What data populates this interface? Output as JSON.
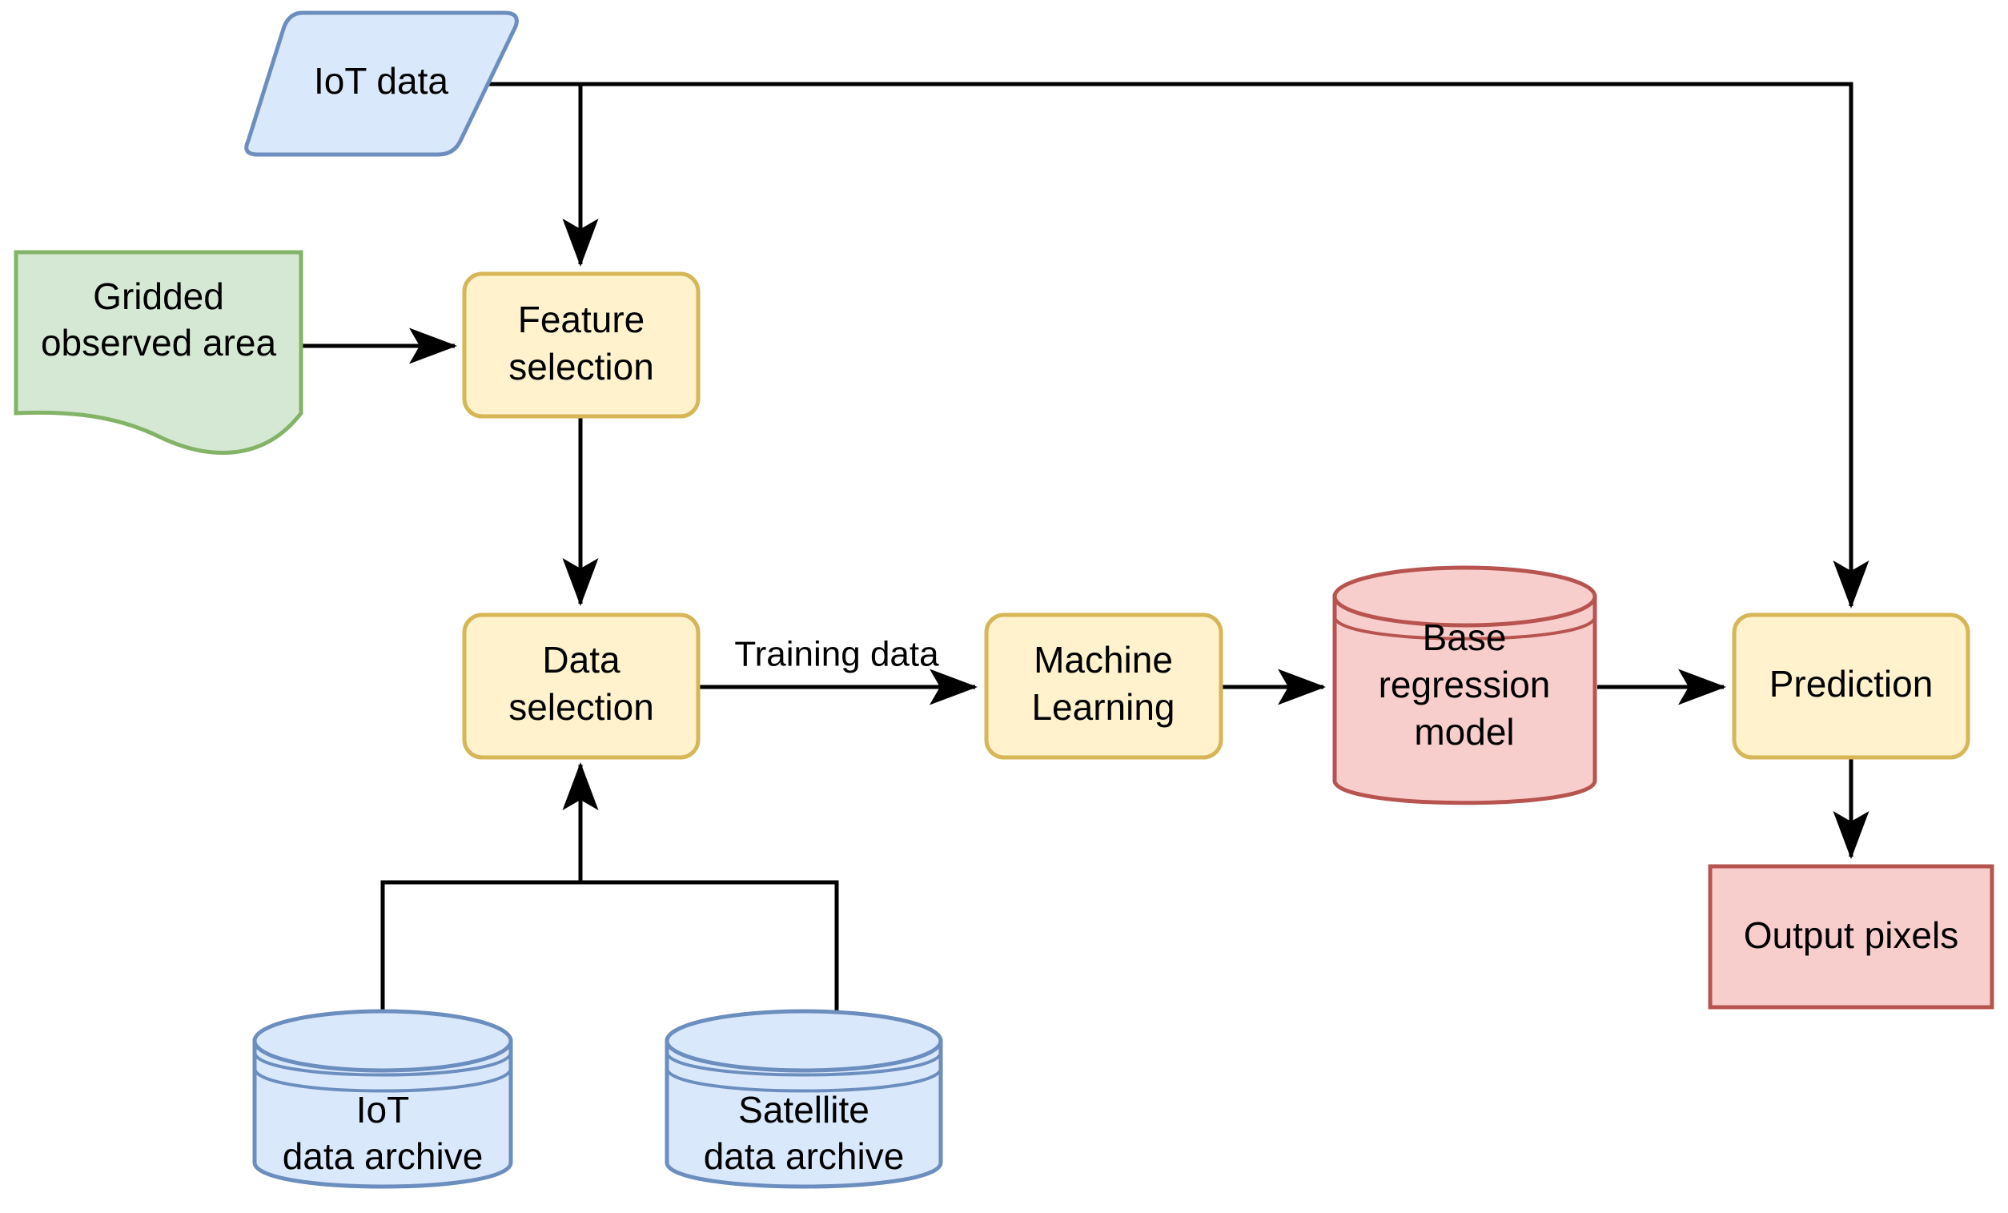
{
  "diagram": {
    "title": "IoT and satellite data machine learning prediction workflow",
    "background_color": "#ffffff",
    "palette": {
      "blue_fill": "#dae8fc",
      "blue_stroke": "#6c8ebf",
      "green_fill": "#d5e8d4",
      "green_stroke": "#82b366",
      "yellow_fill": "#fff2cc",
      "yellow_stroke": "#d6b656",
      "red_fill": "#f8cecc",
      "red_stroke": "#b85450",
      "connector_color": "#000000",
      "text_color": "#000000"
    },
    "nodes": [
      {
        "id": "iot-data",
        "shape": "parallelogram",
        "label_lines": [
          "IoT data"
        ],
        "fill": "#dae8fc",
        "stroke": "#6c8ebf"
      },
      {
        "id": "gridded-observed-area",
        "shape": "document",
        "label_lines": [
          "Gridded",
          "observed area"
        ],
        "fill": "#d5e8d4",
        "stroke": "#82b366"
      },
      {
        "id": "feature-selection",
        "shape": "rounded-rect",
        "label_lines": [
          "Feature",
          "selection"
        ],
        "fill": "#fff2cc",
        "stroke": "#d6b656"
      },
      {
        "id": "data-selection",
        "shape": "rounded-rect",
        "label_lines": [
          "Data",
          "selection"
        ],
        "fill": "#fff2cc",
        "stroke": "#d6b656"
      },
      {
        "id": "machine-learning",
        "shape": "rounded-rect",
        "label_lines": [
          "Machine",
          "Learning"
        ],
        "fill": "#fff2cc",
        "stroke": "#d6b656"
      },
      {
        "id": "base-regression-model",
        "shape": "cylinder",
        "label_lines": [
          "Base",
          "regression",
          "model"
        ],
        "fill": "#f8cecc",
        "stroke": "#b85450"
      },
      {
        "id": "prediction",
        "shape": "rounded-rect",
        "label_lines": [
          "Prediction"
        ],
        "fill": "#fff2cc",
        "stroke": "#d6b656"
      },
      {
        "id": "output-pixels",
        "shape": "rect",
        "label_lines": [
          "Output pixels"
        ],
        "fill": "#f8cecc",
        "stroke": "#b85450"
      },
      {
        "id": "iot-data-archive",
        "shape": "database",
        "label_lines": [
          "IoT",
          "data archive"
        ],
        "fill": "#dae8fc",
        "stroke": "#6c8ebf"
      },
      {
        "id": "satellite-data-archive",
        "shape": "database",
        "label_lines": [
          "Satellite",
          "data archive"
        ],
        "fill": "#dae8fc",
        "stroke": "#6c8ebf"
      }
    ],
    "edges": [
      {
        "id": "iot-to-feature",
        "from": "iot-data",
        "to": "feature-selection",
        "label": ""
      },
      {
        "id": "iot-to-prediction",
        "from": "iot-data",
        "to": "prediction",
        "label": ""
      },
      {
        "id": "gridded-to-feature",
        "from": "gridded-observed-area",
        "to": "feature-selection",
        "label": ""
      },
      {
        "id": "feature-to-data",
        "from": "feature-selection",
        "to": "data-selection",
        "label": ""
      },
      {
        "id": "data-to-ml",
        "from": "data-selection",
        "to": "machine-learning",
        "label": "Training data"
      },
      {
        "id": "ml-to-model",
        "from": "machine-learning",
        "to": "base-regression-model",
        "label": ""
      },
      {
        "id": "model-to-prediction",
        "from": "base-regression-model",
        "to": "prediction",
        "label": ""
      },
      {
        "id": "prediction-to-output",
        "from": "prediction",
        "to": "output-pixels",
        "label": ""
      },
      {
        "id": "archives-to-data",
        "from": "iot-data-archive,satellite-data-archive",
        "to": "data-selection",
        "label": ""
      }
    ],
    "labels": {
      "iot_data": "IoT data",
      "gridded_line1": "Gridded",
      "gridded_line2": "observed area",
      "feature_line1": "Feature",
      "feature_line2": "selection",
      "data_line1": "Data",
      "data_line2": "selection",
      "training_data": "Training data",
      "ml_line1": "Machine",
      "ml_line2": "Learning",
      "model_line1": "Base",
      "model_line2": "regression",
      "model_line3": "model",
      "prediction": "Prediction",
      "output_pixels": "Output pixels",
      "iot_archive_line1": "IoT",
      "iot_archive_line2": "data archive",
      "sat_archive_line1": "Satellite",
      "sat_archive_line2": "data archive"
    }
  }
}
